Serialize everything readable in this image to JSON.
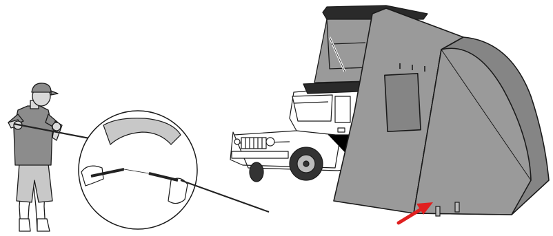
{
  "illustration": {
    "subject": "awning-tent-setup-instructions",
    "colors": {
      "tent_fabric": "#9a9a9a",
      "tent_shadow": "#858585",
      "outline": "#1a1a1a",
      "person_shirt": "#8c8c8c",
      "person_skin": "#d9d9d9",
      "pole": "#222222",
      "arrow": "#e02020",
      "car_body": "#ffffff",
      "roof_tent_base": "#2a2a2a"
    },
    "callouts": [
      {
        "id": "pole-joint-detail",
        "shape": "circle-magnifier"
      },
      {
        "id": "stake-pointer",
        "shape": "red-arrow"
      }
    ]
  }
}
